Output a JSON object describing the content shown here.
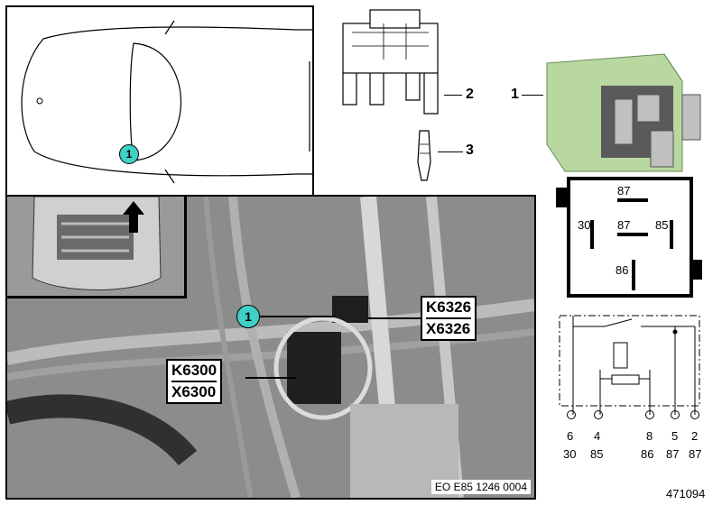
{
  "callouts": {
    "relay": "1",
    "connector_housing": "2",
    "terminal": "3",
    "location_marker": "1",
    "photo_marker": "1"
  },
  "relay_pins": {
    "top": "87",
    "left": "30",
    "center": "87",
    "right": "85",
    "bottom": "86"
  },
  "photo_labels": {
    "right_top": "K6326",
    "right_bottom": "X6326",
    "left_top": "K6300",
    "left_bottom": "X6300",
    "photo_code": "EO E85 1246 0004"
  },
  "schematic": {
    "terminals": [
      "6",
      "4",
      "8",
      "5",
      "2"
    ],
    "functions": [
      "30",
      "85",
      "86",
      "87",
      "87"
    ]
  },
  "figure_number": "471094",
  "colors": {
    "marker": "#40d0c8",
    "relay_green": "#b8d8a0",
    "photo_bg": "#8a8a8a"
  }
}
